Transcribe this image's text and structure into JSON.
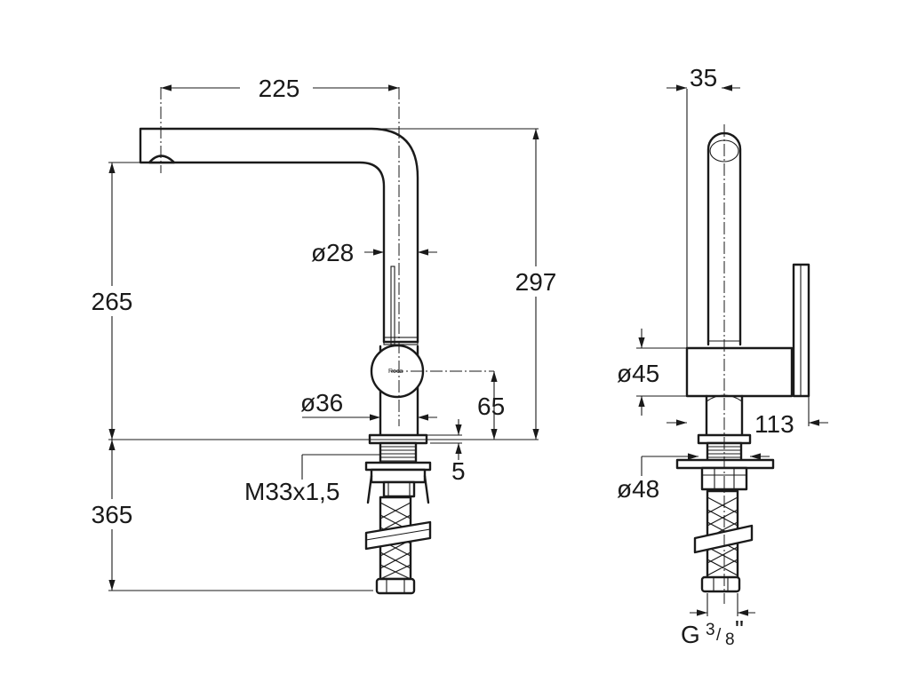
{
  "dimensions": {
    "spout_reach": "225",
    "spout_height": "265",
    "total_height": "297",
    "body_diameter": "ø28",
    "lever_axis_height": "65",
    "base_diameter": "ø36",
    "thread": "M33x1,5",
    "gasket": "5",
    "hose_length": "365",
    "side_width": "35",
    "side_body_diameter": "ø45",
    "lever_length": "113",
    "side_base_diameter": "ø48",
    "connection_main": "G",
    "connection_num": "3",
    "connection_den": "8",
    "connection_unit": "\""
  }
}
